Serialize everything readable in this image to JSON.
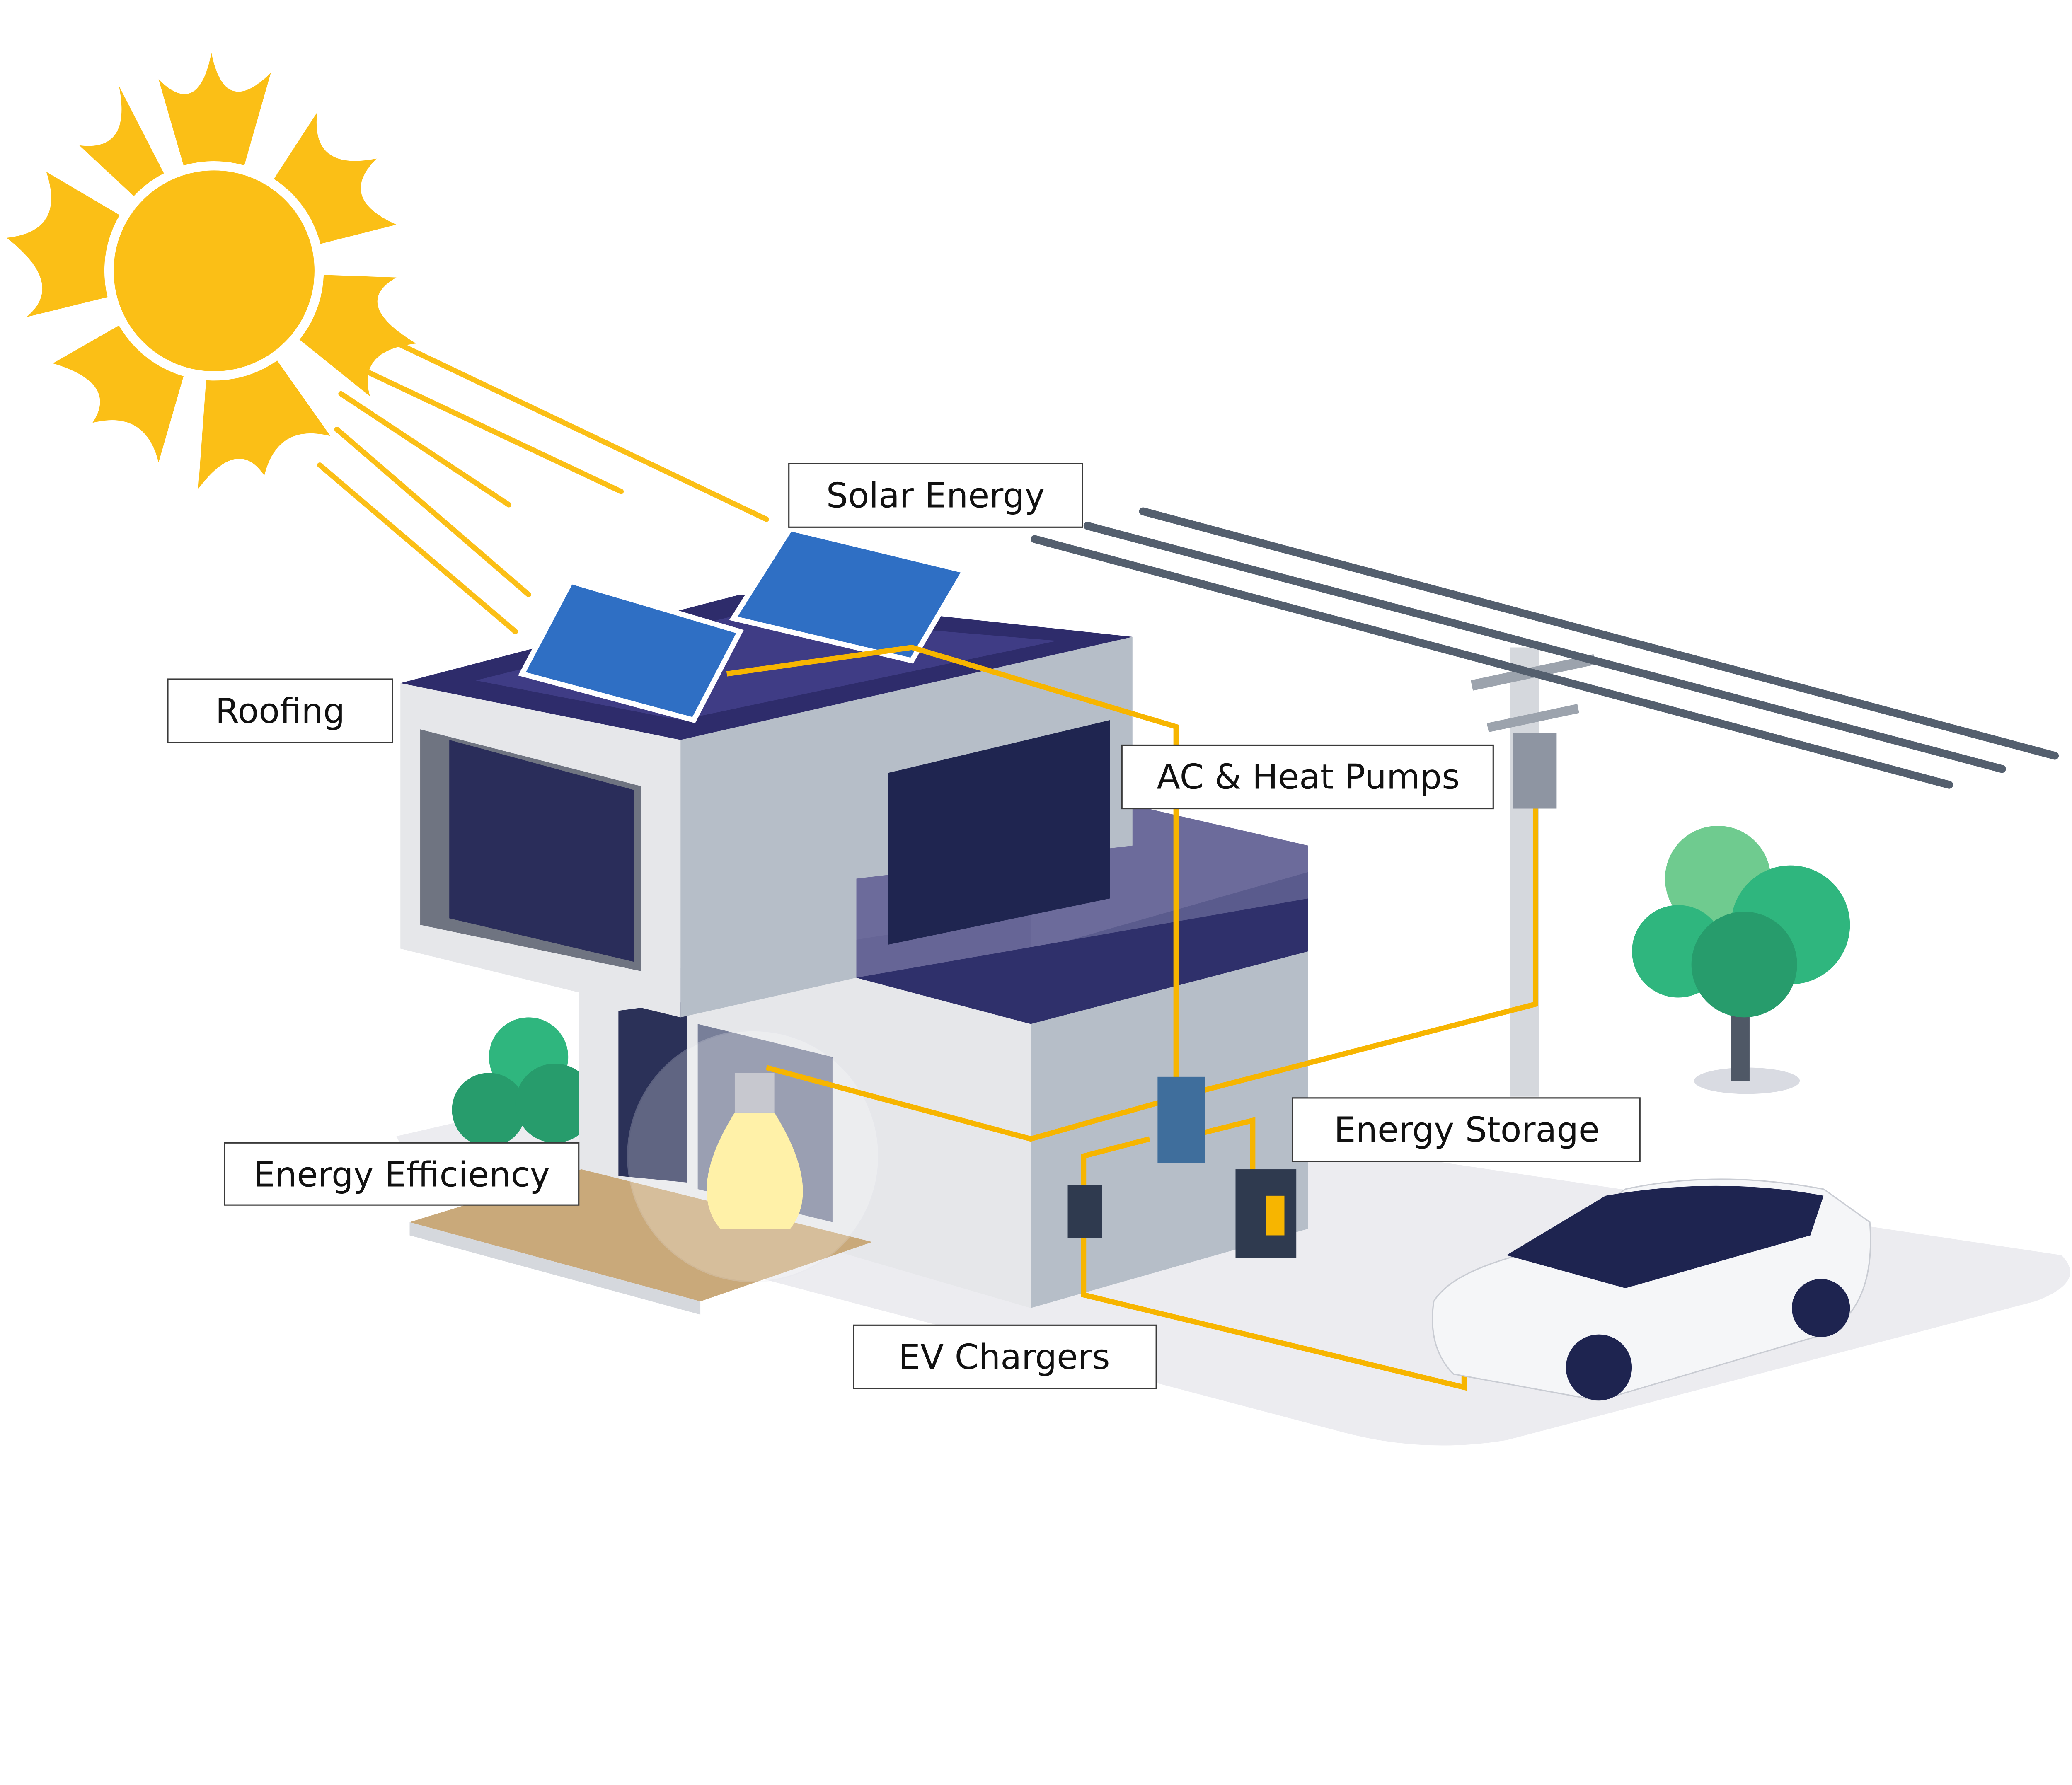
{
  "labels": {
    "solar_energy": "Solar Energy",
    "roofing": "Roofing",
    "ac_heat_pumps": "AC & Heat Pumps",
    "energy_storage": "Energy Storage",
    "energy_efficiency": "Energy Efficiency",
    "ev_chargers": "EV Chargers"
  },
  "colors": {
    "sun": "#FBBF16",
    "wire": "#F7B500",
    "roof": "#2E2C6B",
    "wall_light": "#E6E7EA",
    "wall_shade": "#B6BEC8",
    "panel": "#2F6FC4",
    "tree": "#2FB67E",
    "power_line": "#545F6E"
  }
}
